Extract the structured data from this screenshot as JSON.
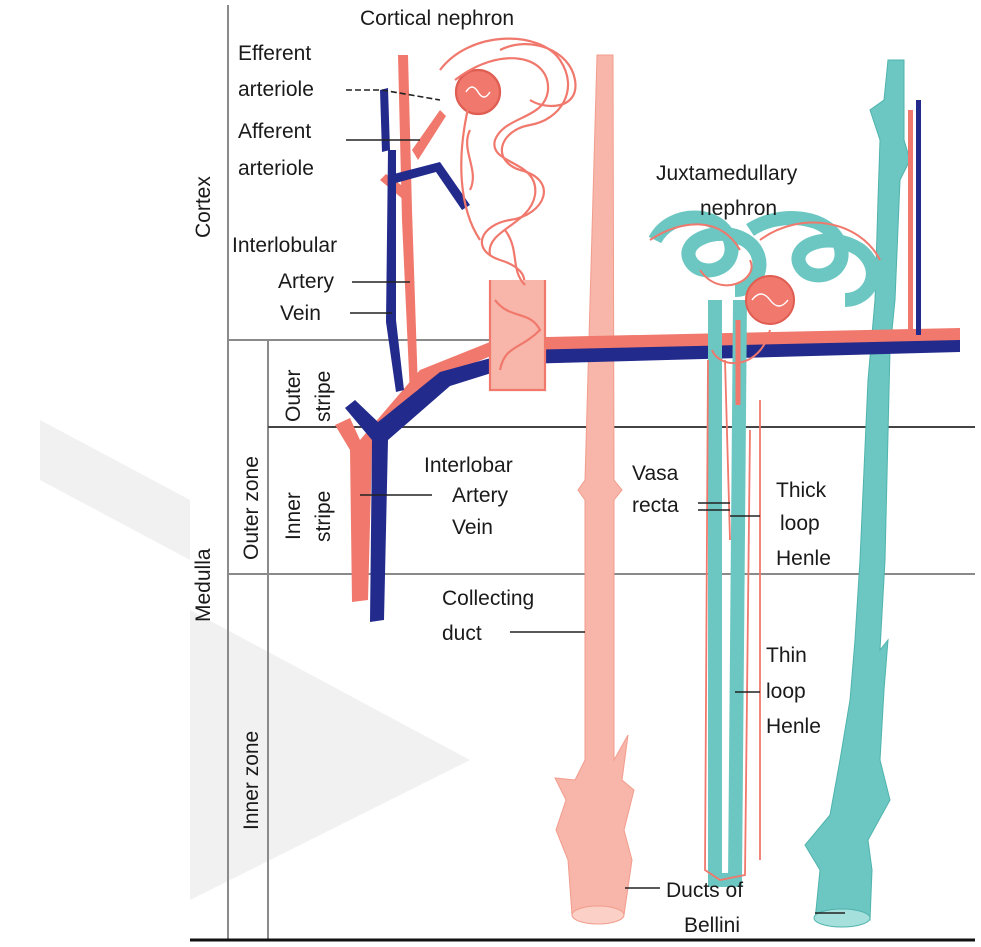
{
  "diagram": {
    "colors": {
      "artery": "#f0786c",
      "artery_light": "#f9b4a8",
      "vein": "#222a8c",
      "collecting": "#f7b6a9",
      "juxta": "#6cc7c2",
      "line": "#8a8a8a",
      "watermark": "#efefef"
    },
    "zones": {
      "cortex": "Cortex",
      "medulla": "Medulla",
      "outer_zone": "Outer zone",
      "inner_zone": "Inner zone",
      "outer_stripe_1": "Outer",
      "outer_stripe_2": "stripe",
      "inner_stripe_1": "Inner",
      "inner_stripe_2": "stripe"
    },
    "labels": {
      "cortical_nephron": "Cortical nephron",
      "efferent_1": "Efferent",
      "efferent_2": "arteriole",
      "afferent_1": "Afferent",
      "afferent_2": "arteriole",
      "interlobular": "Interlobular",
      "interlobular_artery": "Artery",
      "interlobular_vein": "Vein",
      "juxta_1": "Juxtamedullary",
      "juxta_2": "nephron",
      "interlobar": "Interlobar",
      "interlobar_artery": "Artery",
      "interlobar_vein": "Vein",
      "vasa_1": "Vasa",
      "vasa_2": "recta",
      "thick_1": "Thick",
      "thick_2": "loop",
      "thick_3": "Henle",
      "collecting_1": "Collecting",
      "collecting_2": "duct",
      "thin_1": "Thin",
      "thin_2": "loop",
      "thin_3": "Henle",
      "bellini_1": "Ducts of",
      "bellini_2": "Bellini"
    }
  }
}
